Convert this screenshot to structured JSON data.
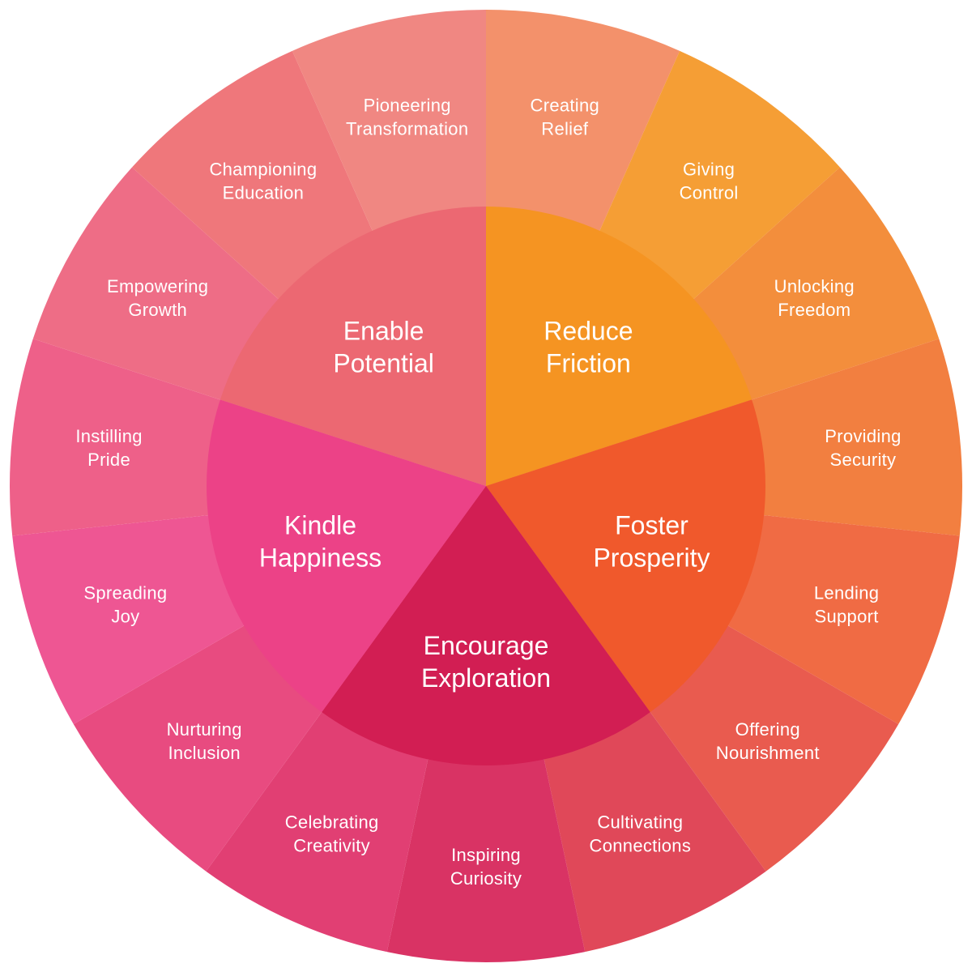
{
  "outer": [
    {
      "lines": [
        "Creating",
        "Relief"
      ],
      "color": "#F3916B"
    },
    {
      "lines": [
        "Giving",
        "Control"
      ],
      "color": "#F59E35"
    },
    {
      "lines": [
        "Unlocking",
        "Freedom"
      ],
      "color": "#F38E3C"
    },
    {
      "lines": [
        "Providing",
        "Security"
      ],
      "color": "#F27F40"
    },
    {
      "lines": [
        "Lending",
        "Support"
      ],
      "color": "#F06B44"
    },
    {
      "lines": [
        "Offering",
        "Nourishment"
      ],
      "color": "#E95B4F"
    },
    {
      "lines": [
        "Cultivating",
        "Connections"
      ],
      "color": "#E04859"
    },
    {
      "lines": [
        "Inspiring",
        "Curiosity"
      ],
      "color": "#D93364"
    },
    {
      "lines": [
        "Celebrating",
        "Creativity"
      ],
      "color": "#E13F73"
    },
    {
      "lines": [
        "Nurturing",
        "Inclusion"
      ],
      "color": "#E84B80"
    },
    {
      "lines": [
        "Spreading",
        "Joy"
      ],
      "color": "#EE5693"
    },
    {
      "lines": [
        "Instilling",
        "Pride"
      ],
      "color": "#EE6089"
    },
    {
      "lines": [
        "Empowering",
        "Growth"
      ],
      "color": "#EE6D86"
    },
    {
      "lines": [
        "Championing",
        "Education"
      ],
      "color": "#EF777B"
    },
    {
      "lines": [
        "Pioneering",
        "Transformation"
      ],
      "color": "#F08782"
    }
  ],
  "inner": [
    {
      "lines": [
        "Reduce",
        "Friction"
      ],
      "color": "#F59422"
    },
    {
      "lines": [
        "Foster",
        "Prosperity"
      ],
      "color": "#F0592C"
    },
    {
      "lines": [
        "Encourage",
        "Exploration"
      ],
      "color": "#D21E53"
    },
    {
      "lines": [
        "Kindle",
        "Happiness"
      ],
      "color": "#EC4287"
    },
    {
      "lines": [
        "Enable",
        "Potential"
      ],
      "color": "#EC6872"
    }
  ]
}
